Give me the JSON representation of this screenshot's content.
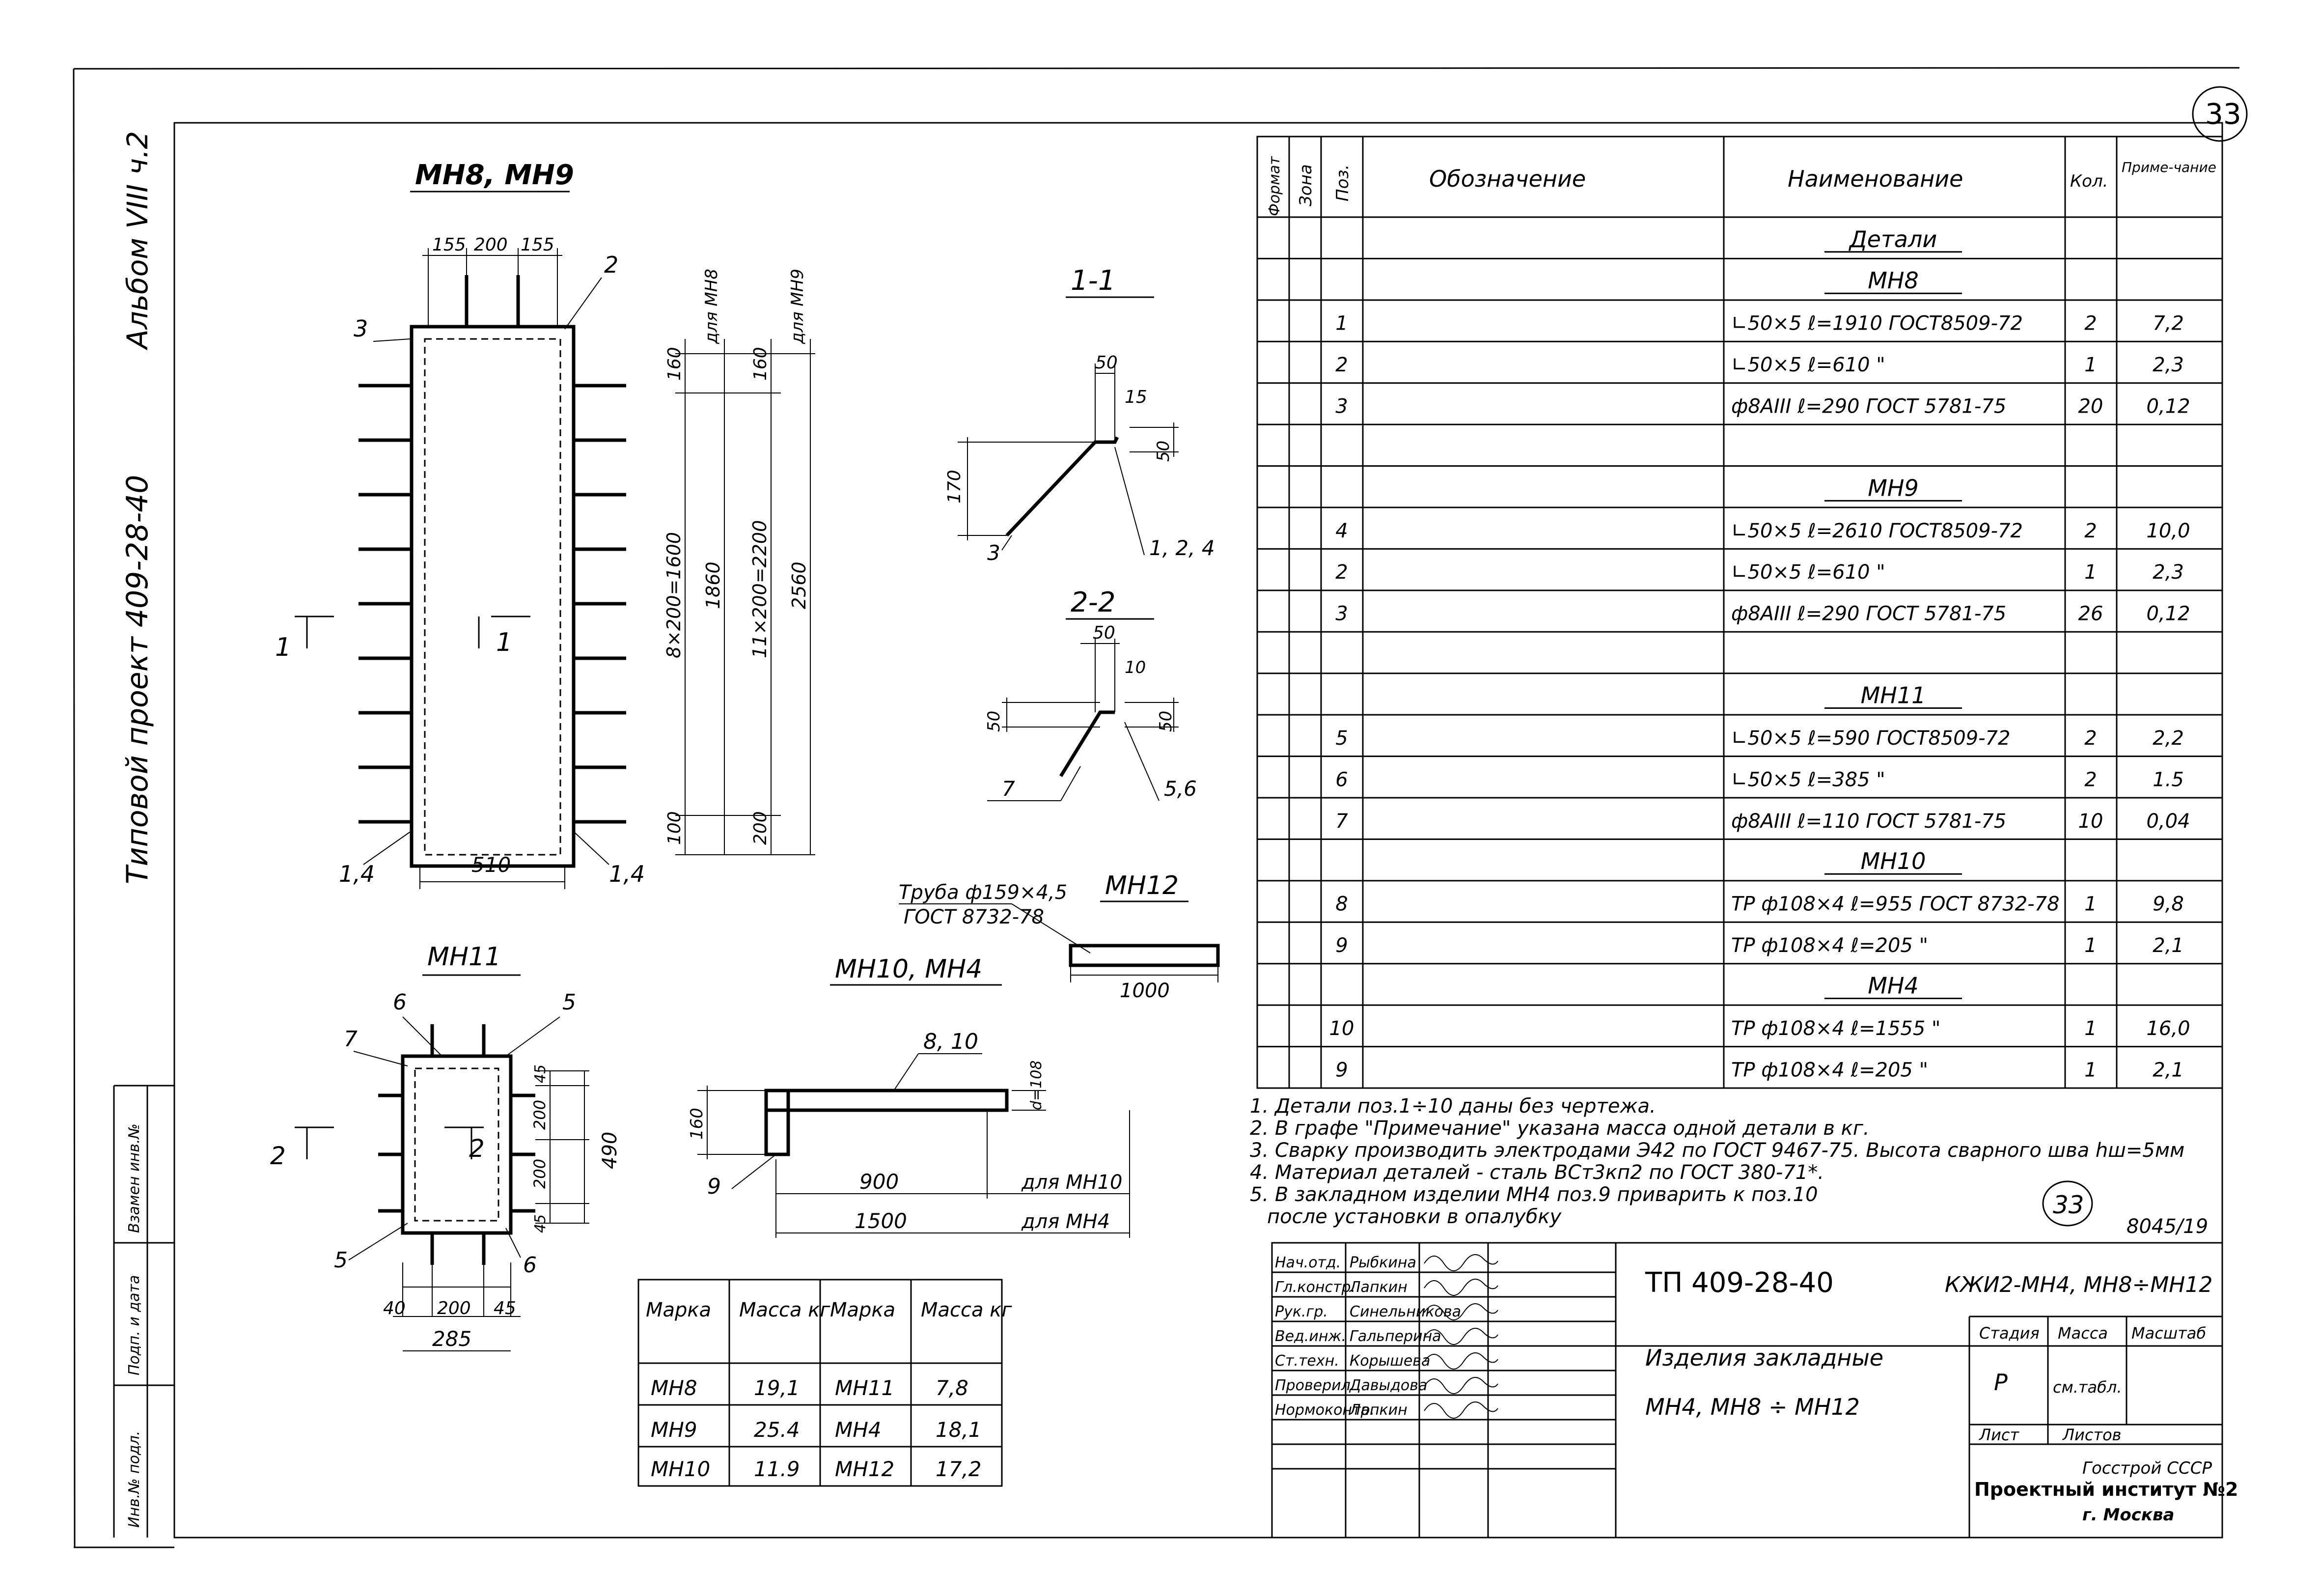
{
  "frame": {
    "side_title": "Типовой проект 409-28-40",
    "album": "Альбом VIII ч.2",
    "sheet_number_top": "33",
    "sheet_number_circle": "33",
    "inv_number": "8045/19",
    "side_cells": [
      "Взамен инв.№",
      "Подп. и дата",
      "Инв.№ подл."
    ]
  },
  "views": {
    "mn8_mn9": {
      "title": "МН8, МН9",
      "top_dims": [
        "155",
        "200",
        "155"
      ],
      "width_dim": "510",
      "dims_mn8": [
        "160",
        "8×200=1600",
        "100",
        "1860"
      ],
      "dims_mn9": [
        "160",
        "11×200=2200",
        "200",
        "2560"
      ],
      "for_mn8": "для МН8",
      "for_mn9": "для МН9",
      "labels": [
        "2",
        "3",
        "1,4",
        "1,4"
      ],
      "section_marks": [
        "1",
        "1"
      ]
    },
    "section_1_1": {
      "title": "1-1",
      "dims": [
        "50",
        "15",
        "50",
        "170"
      ],
      "labels": [
        "3",
        "1, 2, 4"
      ]
    },
    "section_2_2": {
      "title": "2-2",
      "dims": [
        "50",
        "10",
        "50",
        "50"
      ],
      "labels": [
        "7",
        "5,6"
      ]
    },
    "mn12": {
      "title": "МН12",
      "pipe_line1": "Труба ф159×4,5",
      "pipe_line2": "ГОСТ 8732-78",
      "length": "1000"
    },
    "mn11": {
      "title": "МН11",
      "labels": [
        "6",
        "5",
        "7",
        "5",
        "6"
      ],
      "dims_right": [
        "45",
        "200",
        "200",
        "45"
      ],
      "total_right": "490",
      "dims_bottom": [
        "40",
        "200",
        "45"
      ],
      "total_bottom": "285",
      "section_marks": [
        "2",
        "2"
      ]
    },
    "mn10_mn4": {
      "title": "МН10, МН4",
      "labels": [
        "8, 10",
        "9"
      ],
      "diameter": "d=108",
      "height": "160",
      "len_mn10": "900",
      "len_mn4": "1500",
      "for_mn10": "для МН10",
      "for_mn4": "для МН4"
    }
  },
  "mass_table": {
    "headers": [
      "Марка",
      "Масса кг",
      "Марка",
      "Масса кг"
    ],
    "rows": [
      [
        "МН8",
        "19,1",
        "МН11",
        "7,8"
      ],
      [
        "МН9",
        "25.4",
        "МН4",
        "18,1"
      ],
      [
        "МН10",
        "11.9",
        "МН12",
        "17,2"
      ]
    ]
  },
  "spec": {
    "headers": [
      "Формат",
      "Зона",
      "Поз.",
      "Обозначение",
      "Наименование",
      "Кол.",
      "Приме-чание"
    ],
    "rows": [
      {
        "pos": "",
        "name": "Детали",
        "qty": "",
        "note": "",
        "heading": true
      },
      {
        "pos": "",
        "name": "МН8",
        "qty": "",
        "note": "",
        "heading": true
      },
      {
        "pos": "1",
        "name": "∟50×5 ℓ=1910 ГОСТ8509-72",
        "qty": "2",
        "note": "7,2"
      },
      {
        "pos": "2",
        "name": "∟50×5 ℓ=610 \"",
        "qty": "1",
        "note": "2,3"
      },
      {
        "pos": "3",
        "name": "ф8АIII ℓ=290 ГОСТ 5781-75",
        "qty": "20",
        "note": "0,12"
      },
      {
        "pos": "",
        "name": "",
        "qty": "",
        "note": ""
      },
      {
        "pos": "",
        "name": "МН9",
        "qty": "",
        "note": "",
        "heading": true
      },
      {
        "pos": "4",
        "name": "∟50×5 ℓ=2610 ГОСТ8509-72",
        "qty": "2",
        "note": "10,0"
      },
      {
        "pos": "2",
        "name": "∟50×5 ℓ=610 \"",
        "qty": "1",
        "note": "2,3"
      },
      {
        "pos": "3",
        "name": "ф8АIII ℓ=290 ГОСТ 5781-75",
        "qty": "26",
        "note": "0,12"
      },
      {
        "pos": "",
        "name": "",
        "qty": "",
        "note": ""
      },
      {
        "pos": "",
        "name": "МН11",
        "qty": "",
        "note": "",
        "heading": true
      },
      {
        "pos": "5",
        "name": "∟50×5 ℓ=590 ГОСТ8509-72",
        "qty": "2",
        "note": "2,2"
      },
      {
        "pos": "6",
        "name": "∟50×5 ℓ=385 \"",
        "qty": "2",
        "note": "1.5"
      },
      {
        "pos": "7",
        "name": "ф8АIII ℓ=110 ГОСТ 5781-75",
        "qty": "10",
        "note": "0,04"
      },
      {
        "pos": "",
        "name": "МН10",
        "qty": "",
        "note": "",
        "heading": true
      },
      {
        "pos": "8",
        "name": "ТР ф108×4 ℓ=955 ГОСТ 8732-78",
        "qty": "1",
        "note": "9,8"
      },
      {
        "pos": "9",
        "name": "ТР ф108×4 ℓ=205 \"",
        "qty": "1",
        "note": "2,1"
      },
      {
        "pos": "",
        "name": "МН4",
        "qty": "",
        "note": "",
        "heading": true
      },
      {
        "pos": "10",
        "name": "ТР ф108×4 ℓ=1555 \"",
        "qty": "1",
        "note": "16,0"
      },
      {
        "pos": "9",
        "name": "ТР ф108×4 ℓ=205 \"",
        "qty": "1",
        "note": "2,1"
      }
    ]
  },
  "notes": [
    "1. Детали поз.1÷10 даны без чертежа.",
    "2. В графе \"Примечание\" указана масса одной детали в кг.",
    "3. Сварку производить электродами Э42 по ГОСТ 9467-75. Высота сварного шва hш=5мм",
    "4. Материал деталей - сталь ВСт3кп2 по ГОСТ 380-71*.",
    "5. В закладном изделии МН4 поз.9 приварить к поз.10",
    "после установки в опалубку"
  ],
  "title_block": {
    "project": "ТП 409-28-40",
    "code": "КЖИ2-МН4, МН8÷МН12",
    "name_line1": "Изделия закладные",
    "name_line2": "МН4, МН8 ÷ МН12",
    "stage_header": "Стадия",
    "mass_header": "Масса",
    "scale_header": "Масштаб",
    "stage": "Р",
    "mass": "см.табл.",
    "sheet": "Лист",
    "sheets": "Листов",
    "org1": "Госстрой СССР",
    "org2": "Проектный институт №2",
    "org3": "г. Москва",
    "staff": [
      [
        "Нач.отд.",
        "Рыбкина"
      ],
      [
        "Гл.констр.",
        "Лапкин"
      ],
      [
        "Рук.гр.",
        "Синельникова"
      ],
      [
        "Вед.инж.",
        "Гальперина"
      ],
      [
        "Ст.техн.",
        "Корышева"
      ],
      [
        "Проверил",
        "Давыдова"
      ],
      [
        "Нормоконтр.",
        "Лапкин"
      ]
    ]
  }
}
